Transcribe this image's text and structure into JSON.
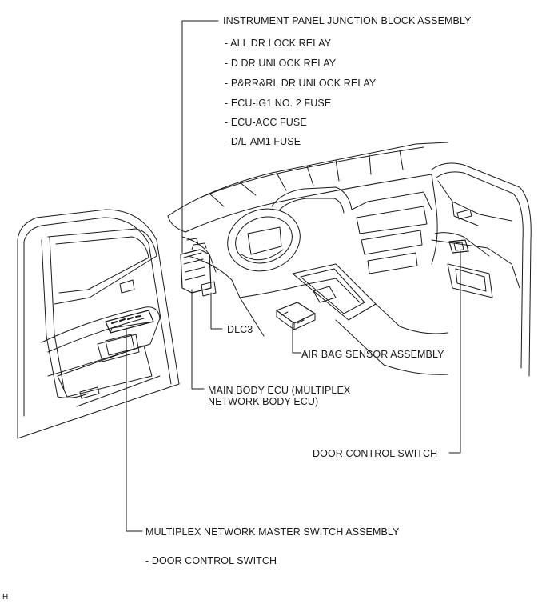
{
  "labels": {
    "ipjb_title": "INSTRUMENT PANEL JUNCTION BLOCK ASSEMBLY",
    "ipjb_items": [
      "- ALL DR LOCK RELAY",
      "- D DR UNLOCK RELAY",
      "- P&RR&RL DR UNLOCK RELAY",
      "- ECU-IG1 NO. 2 FUSE",
      "- ECU-ACC FUSE",
      "- D/L-AM1 FUSE"
    ],
    "dlc3": "DLC3",
    "airbag_sensor": "AIR BAG SENSOR ASSEMBLY",
    "main_body_ecu_line1": "MAIN BODY ECU (MULTIPLEX",
    "main_body_ecu_line2": "NETWORK BODY ECU)",
    "door_control_switch": "DOOR CONTROL SWITCH",
    "master_switch": "MULTIPLEX NETWORK MASTER SWITCH ASSEMBLY",
    "master_switch_sub": "- DOOR CONTROL SWITCH",
    "corner_code": "H"
  },
  "colors": {
    "line": "#1a1a1a",
    "text": "#1a1a1a",
    "background": "#ffffff"
  }
}
